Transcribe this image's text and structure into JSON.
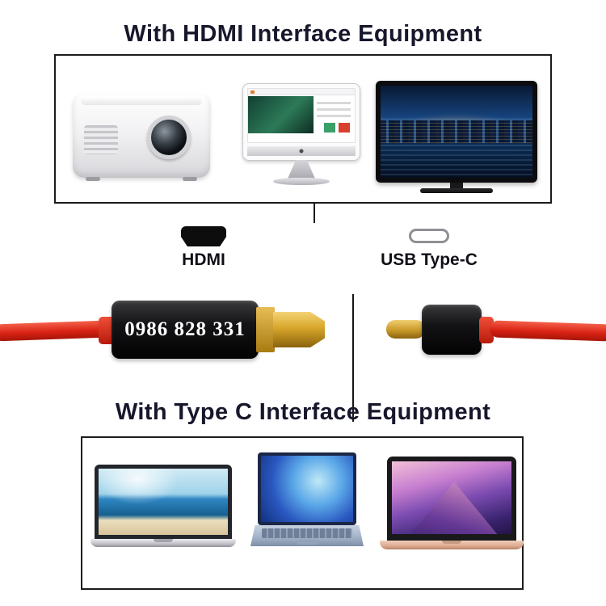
{
  "sections": {
    "hdmi": {
      "title": "With HDMI Interface Equipment",
      "devices": [
        "projector",
        "desktop-monitor",
        "tv"
      ]
    },
    "typec": {
      "title": "With Type C Interface Equipment",
      "devices": [
        "macbook-silver",
        "laptop-blue",
        "macbook-gold"
      ]
    }
  },
  "connectors": {
    "hdmi": {
      "label": "HDMI"
    },
    "usbc": {
      "label": "USB Type-C"
    }
  },
  "cable": {
    "printed_text": "0986 828 331",
    "cable_color": "#d92314",
    "plug_color": "#d8a62a",
    "housing_color": "#141416"
  },
  "colors": {
    "background": "#ffffff",
    "border": "#1c1c1c",
    "title_text": "#17172c"
  }
}
